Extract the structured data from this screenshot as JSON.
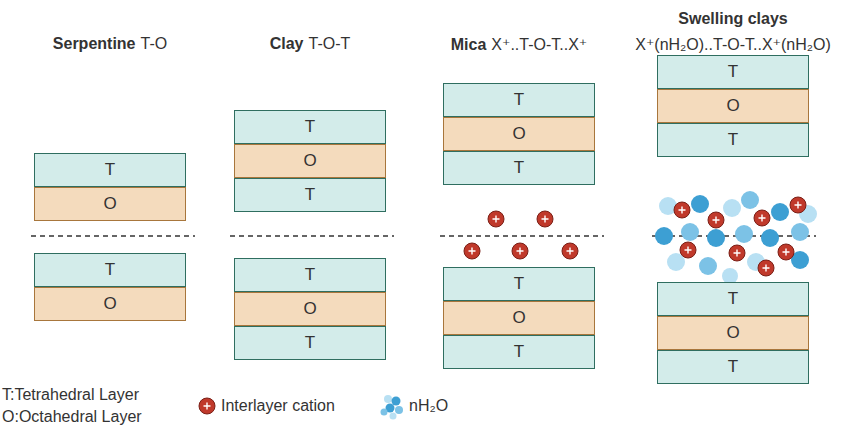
{
  "diagram": {
    "nodes": [
      {
        "text": [
          "T"
        ]
      },
      {
        "text": [
          "O"
        ]
      },
      {
        "text": [
          "T"
        ]
      },
      {
        "text": [
          "O"
        ]
      },
      {
        "text": [
          "T"
        ]
      },
      {
        "text": [
          "O"
        ]
      },
      {
        "text": [
          "T"
        ]
      },
      {
        "text": [
          "T"
        ]
      },
      {
        "text": [
          "O"
        ]
      },
      {
        "text": [
          "T"
        ]
      },
      {
        "text": [
          "T"
        ]
      },
      {
        "text": [
          "O"
        ]
      },
      {
        "text": [
          "T"
        ]
      },
      {
        "text": [
          "T"
        ]
      },
      {
        "text": [
          "O"
        ]
      },
      {
        "text": [
          "T"
        ]
      },
      {
        "text": [
          "T"
        ]
      },
      {
        "text": [
          "O"
        ]
      },
      {
        "text": [
          "T"
        ]
      },
      {
        "text": [
          "T"
        ]
      },
      {
        "text": [
          "O"
        ]
      },
      {
        "text": [
          "T"
        ]
      }
    ],
    "labels": [
      "Serpentine",
      "T-O",
      "Clay",
      "T-O-T",
      "Mica",
      "X⁺..T-O-T..X⁺",
      "Swelling clays",
      "X⁺(nH₂O)..T-O-T..X⁺(nH₂O)",
      "T:Tetrahedral Layer",
      "O:Octahedral Layer"
    ],
    "legend": [
      {
        "text": "Interlayer cation"
      },
      {
        "text": "nH₂O"
      }
    ]
  }
}
